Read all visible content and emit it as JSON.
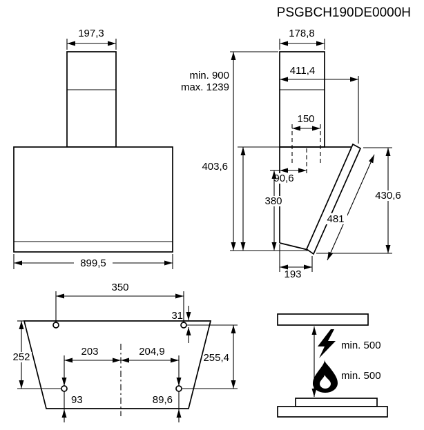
{
  "title": "PSGBCH190DE0000H",
  "front_view": {
    "chimney_width": "197,3",
    "body_width": "899,5"
  },
  "side_view": {
    "chimney_depth": "178,8",
    "top_depth": "411,4",
    "height_min": "min. 900",
    "height_max": "max. 1239",
    "duct_width": "150",
    "upper_back_height": "403,6",
    "duct_offset": "90,6",
    "back_height": "380",
    "glass_vertical_height": "430,6",
    "glass_length": "481",
    "bottom_depth": "193"
  },
  "mounting_view": {
    "top_hole_spacing": "350",
    "top_hole_inset": "31",
    "left_hole_drop": "252",
    "center_to_left_hole": "203",
    "center_to_right_hole": "204,9",
    "right_hole_drop": "255,4",
    "bottom_left_offset": "93",
    "bottom_right_offset": "89,6"
  },
  "clearance_view": {
    "electric_clearance": "min. 500",
    "gas_clearance": "min. 500"
  },
  "colors": {
    "line": "#000000",
    "background": "#ffffff"
  }
}
